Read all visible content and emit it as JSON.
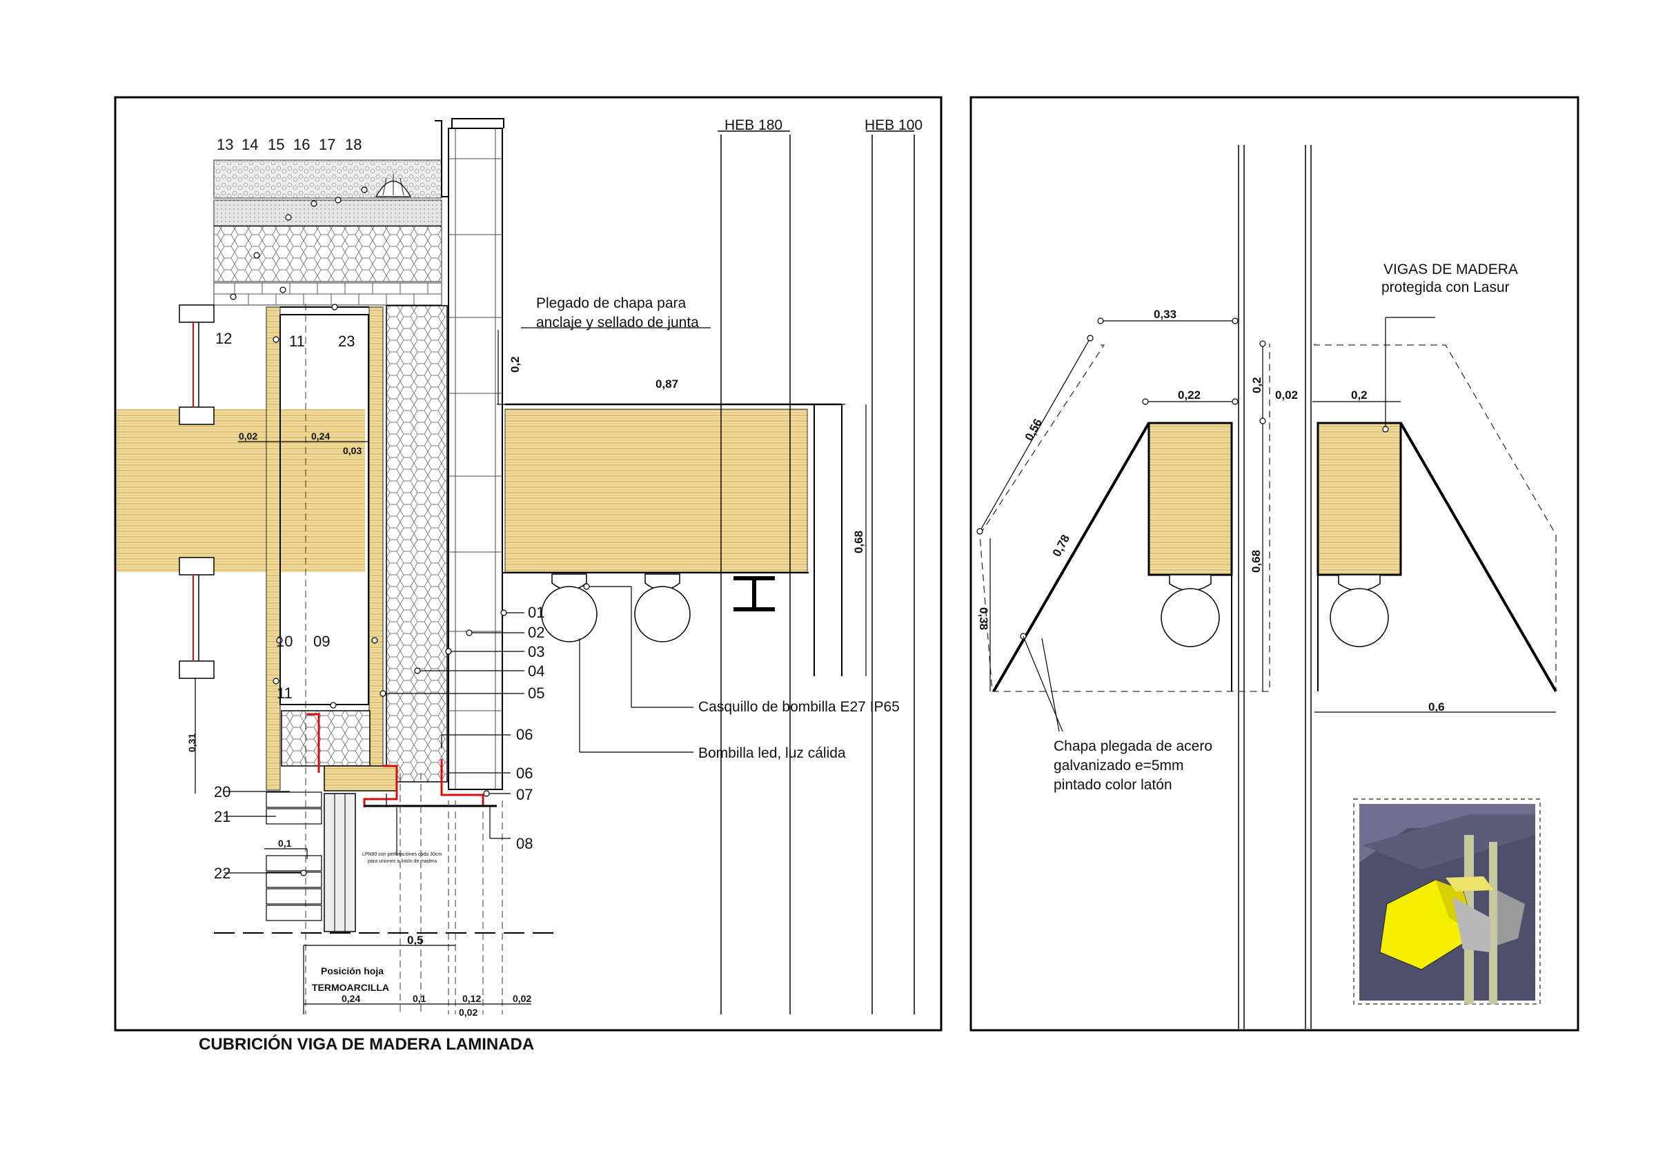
{
  "title": "CUBRICIÓN VIGA DE MADERA LAMINADA",
  "profiles": {
    "heb180": "HEB 180",
    "heb100": "HEB 100"
  },
  "left_detail": {
    "top_numbers": [
      "13",
      "14",
      "15",
      "16",
      "17",
      "18"
    ],
    "side_numbers": [
      "12",
      "11",
      "23",
      "11",
      "10",
      "09",
      "20",
      "21",
      "22"
    ],
    "right_numbers": [
      "01",
      "02",
      "03",
      "04",
      "05",
      "06",
      "06",
      "07",
      "08"
    ],
    "notes": {
      "plegado_line1": "Plegado de chapa para",
      "plegado_line2": "anclaje y sellado de junta",
      "casquillo": "Casquillo de bombilla E27 IP65",
      "bombilla": "Bombilla led, luz cálida",
      "lpn_line1": "LPN80 con perforaciones cada 30cm",
      "lpn_line2": "para uniones a listón de madera",
      "posicion": "Posición hoja",
      "termoarcilla": "TERMOARCILLA"
    },
    "dims": {
      "d02_vertical": "0,2",
      "d087": "0,87",
      "d068": "0,68",
      "d002": "0,02",
      "d024": "0,24",
      "d003": "0,03",
      "d031": "0,31",
      "d01": "0,1",
      "d05": "0,5",
      "bottom_024": "0,24",
      "bottom_01": "0,1",
      "bottom_012": "0,12",
      "bottom_002a": "0,02",
      "bottom_002b": "0,02"
    }
  },
  "right_detail": {
    "vigas_line1": "VIGAS DE MADERA",
    "vigas_line2": "protegida con Lasur",
    "chapa_line1": "Chapa plegada de acero",
    "chapa_line2": "galvanizado e=5mm",
    "chapa_line3": "pintado color latón",
    "dims": {
      "d033": "0,33",
      "d02_right": "0,2",
      "d022": "0,22",
      "d002": "0,02",
      "d02_top": "0,2",
      "d056": "0,56",
      "d078": "0,78",
      "d038": "0,38",
      "d068": "0,68",
      "d06": "0,6"
    }
  },
  "colors": {
    "wood": "#F1DC9E",
    "wood_line": "#C9A54A",
    "red_profile": "#D01010",
    "render_bg": "#4E4F6A",
    "render_yellow": "#F4F000"
  }
}
